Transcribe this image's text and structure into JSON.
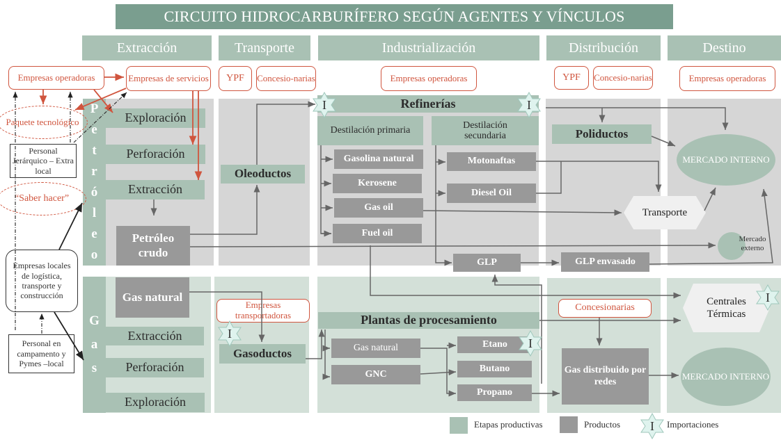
{
  "title": "CIRCUITO HIDROCARBURÍFERO SEGÚN AGENTES Y VÍNCULOS",
  "columns": [
    "Extracción",
    "Transporte",
    "Industrialización",
    "Distribución",
    "Destino"
  ],
  "agents": {
    "extraccion_operadoras": "Empresas operadoras",
    "extraccion_servicios": "Empresas de servicios",
    "transporte_ypf": "YPF",
    "transporte_concesionarias": "Concesio-narias",
    "industrializacion_operadoras": "Empresas operadoras",
    "distribucion_ypf": "YPF",
    "distribucion_concesionarias": "Concesio-narias",
    "destino_operadoras": "Empresas operadoras",
    "gas_transportadoras": "Empresas transportadoras",
    "gas_concesionarias": "Concesionarias"
  },
  "left_actors": {
    "paquete": "Paquete tecnológico",
    "personal_jerarquico": "Personal Jerárquico – Extra local",
    "saber_hacer": "“Saber hacer”",
    "empresas_locales": "Empresas locales de logística, transporte y construcción",
    "personal_campamento": "Personal en campamento y Pymes –local"
  },
  "petroleo": {
    "label": [
      "P",
      "e",
      "t",
      "r",
      "ó",
      "l",
      "e",
      "o"
    ],
    "stages": [
      "Exploración",
      "Perforación",
      "Extracción"
    ],
    "product": "Petróleo crudo",
    "transport": "Oleoductos",
    "refineria": "Refinerías",
    "destilacion_primaria": "Destilación primaria",
    "destilacion_secundaria": "Destilación secundaria",
    "primary_products": [
      "Gasolina natural",
      "Kerosene",
      "Gas oil",
      "Fuel oil"
    ],
    "secondary_products": [
      "Motonaftas",
      "Diesel Oil"
    ],
    "glp": "GLP",
    "poliductos": "Poliductos",
    "transporte": "Transporte",
    "glp_envasado": "GLP envasado",
    "mercado_interno": "MERCADO INTERNO",
    "mercado_externo": "Mercado externo"
  },
  "gas": {
    "label": [
      "G",
      "a",
      "s"
    ],
    "product": "Gas natural",
    "stages": [
      "Extracción",
      "Perforación",
      "Exploración"
    ],
    "transport": "Gasoductos",
    "plantas": "Plantas de procesamiento",
    "products_left": [
      "Gas natural",
      "GNC"
    ],
    "products_right": [
      "Etano",
      "Butano",
      "Propano"
    ],
    "gas_redes": "Gas distribuido por redes",
    "centrales": "Centrales Térmicas",
    "mercado_interno": "MERCADO INTERNO"
  },
  "import_marker": "I",
  "legend": {
    "etapas": "Etapas productivas",
    "productos": "Productos",
    "importaciones": "Importaciones"
  },
  "colors": {
    "stage": "#a9c1b4",
    "product": "#999999",
    "agent": "#d0553e",
    "title": "#7a9e8f",
    "import_star": "#dff3ee"
  }
}
